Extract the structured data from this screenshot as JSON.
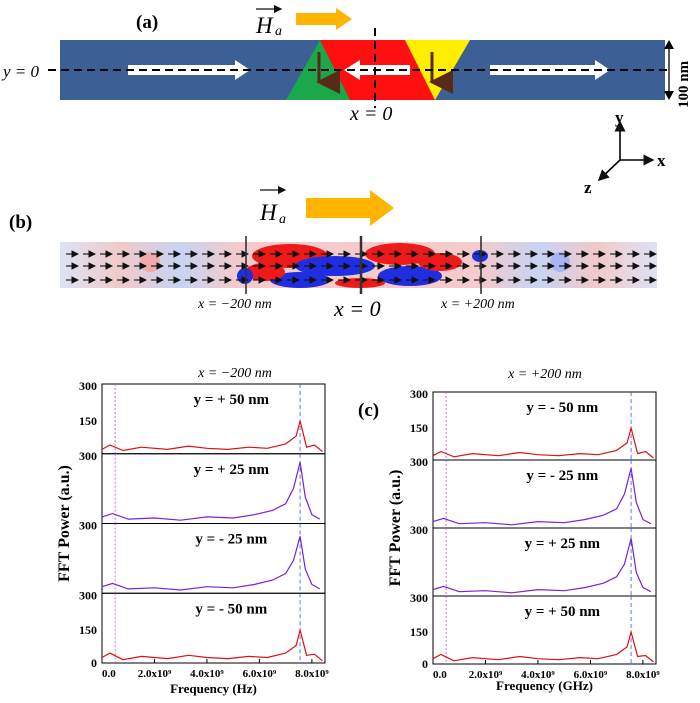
{
  "panel_a": {
    "label": "(a)",
    "field_symbol": "H",
    "field_subscript": "a",
    "y_label": "y = 0",
    "x_label": "x = 0",
    "width_label": "100 nm",
    "axes": {
      "y": "y",
      "x": "x",
      "z": "z"
    },
    "colors": {
      "strip": "#3c6096",
      "green": "#1aa84a",
      "red": "#ff0f0f",
      "yellow": "#ffee00",
      "field_arrow": "#ffb400",
      "moment_arrow": "#5a2a18"
    }
  },
  "panel_b": {
    "label": "(b)",
    "field_symbol": "H",
    "field_subscript": "a",
    "x_left": "x = −200 nm",
    "x_center": "x = 0",
    "x_right": "x = +200 nm"
  },
  "panel_c": {
    "label": "(c)"
  },
  "chart_data": [
    {
      "type": "line",
      "title": "x = −200 nm",
      "xlabel": "Frequency (Hz)",
      "ylabel": "FFT Power (a.u.)",
      "x_ticks": [
        "0.0",
        "2.0x10⁹",
        "4.0x10⁹",
        "6.0x10⁹",
        "8.0x10⁹"
      ],
      "xlim": [
        0,
        8500000000.0
      ],
      "y_ticks": [
        "0",
        "150",
        "300"
      ],
      "reference_lines_hz": [
        500000000.0,
        7550000000.0
      ],
      "series": [
        {
          "name": "y = + 50 nm",
          "color": "#dd1111",
          "x": [
            0,
            300000000.0,
            800000000.0,
            1500000000.0,
            2500000000.0,
            3300000000.0,
            4000000000.0,
            4800000000.0,
            5600000000.0,
            6300000000.0,
            7000000000.0,
            7400000000.0,
            7550000000.0,
            7800000000.0,
            8100000000.0,
            8400000000.0
          ],
          "y": [
            20,
            40,
            15,
            30,
            20,
            35,
            25,
            20,
            30,
            25,
            45,
            80,
            150,
            30,
            40,
            10
          ]
        },
        {
          "name": "y = + 25 nm",
          "color": "#7722dd",
          "x": [
            0,
            400000000.0,
            1000000000.0,
            2000000000.0,
            3000000000.0,
            4000000000.0,
            5000000000.0,
            5800000000.0,
            6500000000.0,
            7000000000.0,
            7300000000.0,
            7550000000.0,
            7750000000.0,
            8000000000.0,
            8300000000.0
          ],
          "y": [
            30,
            45,
            20,
            25,
            15,
            30,
            25,
            40,
            60,
            90,
            160,
            280,
            120,
            40,
            20
          ]
        },
        {
          "name": "y = - 25 nm",
          "color": "#7722dd",
          "x": [
            0,
            400000000.0,
            1000000000.0,
            2000000000.0,
            3000000000.0,
            4000000000.0,
            5000000000.0,
            5800000000.0,
            6500000000.0,
            7000000000.0,
            7300000000.0,
            7550000000.0,
            7750000000.0,
            8000000000.0,
            8300000000.0
          ],
          "y": [
            30,
            45,
            20,
            25,
            15,
            30,
            25,
            40,
            60,
            90,
            150,
            260,
            110,
            40,
            20
          ]
        },
        {
          "name": "y = - 50 nm",
          "color": "#dd1111",
          "x": [
            0,
            300000000.0,
            800000000.0,
            1500000000.0,
            2500000000.0,
            3300000000.0,
            4000000000.0,
            4800000000.0,
            5600000000.0,
            6300000000.0,
            7000000000.0,
            7400000000.0,
            7550000000.0,
            7800000000.0,
            8100000000.0,
            8400000000.0
          ],
          "y": [
            25,
            45,
            15,
            30,
            20,
            35,
            25,
            20,
            30,
            25,
            45,
            80,
            150,
            35,
            40,
            10
          ]
        }
      ]
    },
    {
      "type": "line",
      "title": "x = +200 nm",
      "xlabel": "Frequency (GHz)",
      "ylabel": "FFT Power (a.u.)",
      "x_ticks": [
        "0.0",
        "2.0x10⁹",
        "4.0x10⁹",
        "6.0x10⁹",
        "8.0x10⁹"
      ],
      "xlim": [
        0,
        8500000000.0
      ],
      "y_ticks": [
        "0",
        "150",
        "300"
      ],
      "reference_lines_hz": [
        500000000.0,
        7550000000.0
      ],
      "series": [
        {
          "name": "y = - 50 nm",
          "color": "#dd1111",
          "x": [
            0,
            300000000.0,
            800000000.0,
            1500000000.0,
            2500000000.0,
            3300000000.0,
            4000000000.0,
            4800000000.0,
            5600000000.0,
            6300000000.0,
            7000000000.0,
            7400000000.0,
            7550000000.0,
            7800000000.0,
            8100000000.0,
            8400000000.0
          ],
          "y": [
            20,
            40,
            15,
            30,
            20,
            35,
            25,
            20,
            30,
            25,
            45,
            80,
            150,
            30,
            40,
            10
          ]
        },
        {
          "name": "y = - 25 nm",
          "color": "#7722dd",
          "x": [
            0,
            400000000.0,
            1000000000.0,
            2000000000.0,
            3000000000.0,
            4000000000.0,
            5000000000.0,
            5800000000.0,
            6500000000.0,
            7000000000.0,
            7300000000.0,
            7550000000.0,
            7750000000.0,
            8000000000.0,
            8300000000.0
          ],
          "y": [
            30,
            45,
            20,
            25,
            15,
            30,
            25,
            40,
            60,
            90,
            160,
            280,
            120,
            40,
            20
          ]
        },
        {
          "name": "y = + 25 nm",
          "color": "#7722dd",
          "x": [
            0,
            400000000.0,
            1000000000.0,
            2000000000.0,
            3000000000.0,
            4000000000.0,
            5000000000.0,
            5800000000.0,
            6500000000.0,
            7000000000.0,
            7300000000.0,
            7550000000.0,
            7750000000.0,
            8000000000.0,
            8300000000.0
          ],
          "y": [
            30,
            45,
            20,
            25,
            15,
            30,
            25,
            40,
            60,
            90,
            150,
            270,
            110,
            40,
            20
          ]
        },
        {
          "name": "y = + 50 nm",
          "color": "#dd1111",
          "x": [
            0,
            300000000.0,
            800000000.0,
            1500000000.0,
            2500000000.0,
            3300000000.0,
            4000000000.0,
            4800000000.0,
            5600000000.0,
            6300000000.0,
            7000000000.0,
            7400000000.0,
            7550000000.0,
            7800000000.0,
            8100000000.0,
            8400000000.0
          ],
          "y": [
            25,
            45,
            15,
            30,
            20,
            35,
            25,
            20,
            30,
            25,
            45,
            80,
            150,
            35,
            40,
            10
          ]
        }
      ]
    }
  ]
}
